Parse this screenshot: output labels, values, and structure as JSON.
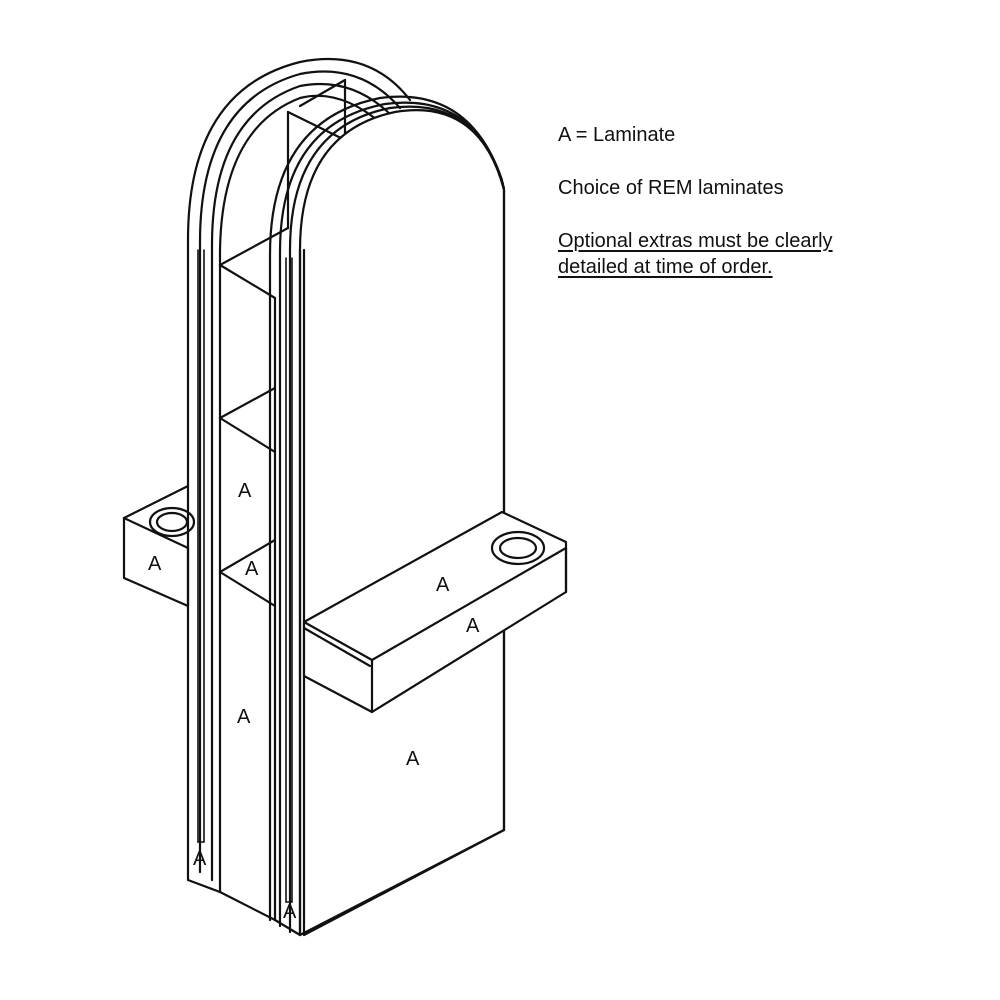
{
  "legend": {
    "key": "A = Laminate",
    "choice": "Choice of REM laminates",
    "optional_line1": "Optional extras must be clearly",
    "optional_line2": "detailed at time of order."
  },
  "part_labels": {
    "rear_panel_upper": "A",
    "left_arm_end": "A",
    "lower_shelf": "A",
    "front_arm_top": "A",
    "front_arm_front": "A",
    "rear_panel_lower": "A",
    "front_panel": "A",
    "left_edge_strip": "A",
    "front_edge_strip": "A"
  }
}
